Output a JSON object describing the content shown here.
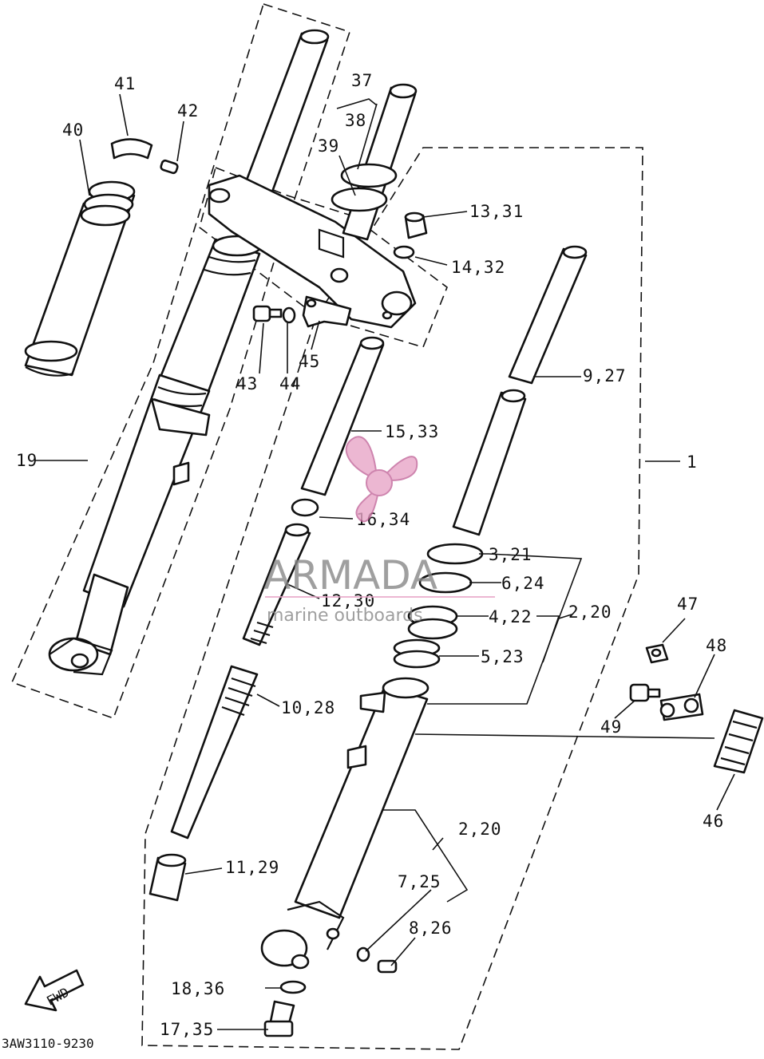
{
  "diagram_code": "3AW3110-9230",
  "fwd_label": "FWD",
  "watermark": {
    "brand": "ARMADA",
    "tagline": "marine outboards",
    "accent": "#e8a6c8"
  },
  "labels": {
    "p1": "1",
    "p2_20_upper": "2,20",
    "p2_20_lower": "2,20",
    "p3_21": "3,21",
    "p4_22": "4,22",
    "p5_23": "5,23",
    "p6_24": "6,24",
    "p7_25": "7,25",
    "p8_26": "8,26",
    "p9_27": "9,27",
    "p10_28": "10,28",
    "p11_29": "11,29",
    "p12_30": "12,30",
    "p13_31": "13,31",
    "p14_32": "14,32",
    "p15_33": "15,33",
    "p16_34": "16,34",
    "p17_35": "17,35",
    "p18_36": "18,36",
    "p19": "19",
    "p37": "37",
    "p38": "38",
    "p39": "39",
    "p40": "40",
    "p41": "41",
    "p42": "42",
    "p43": "43",
    "p44": "44",
    "p45": "45",
    "p46": "46",
    "p47": "47",
    "p48": "48",
    "p49": "49"
  }
}
